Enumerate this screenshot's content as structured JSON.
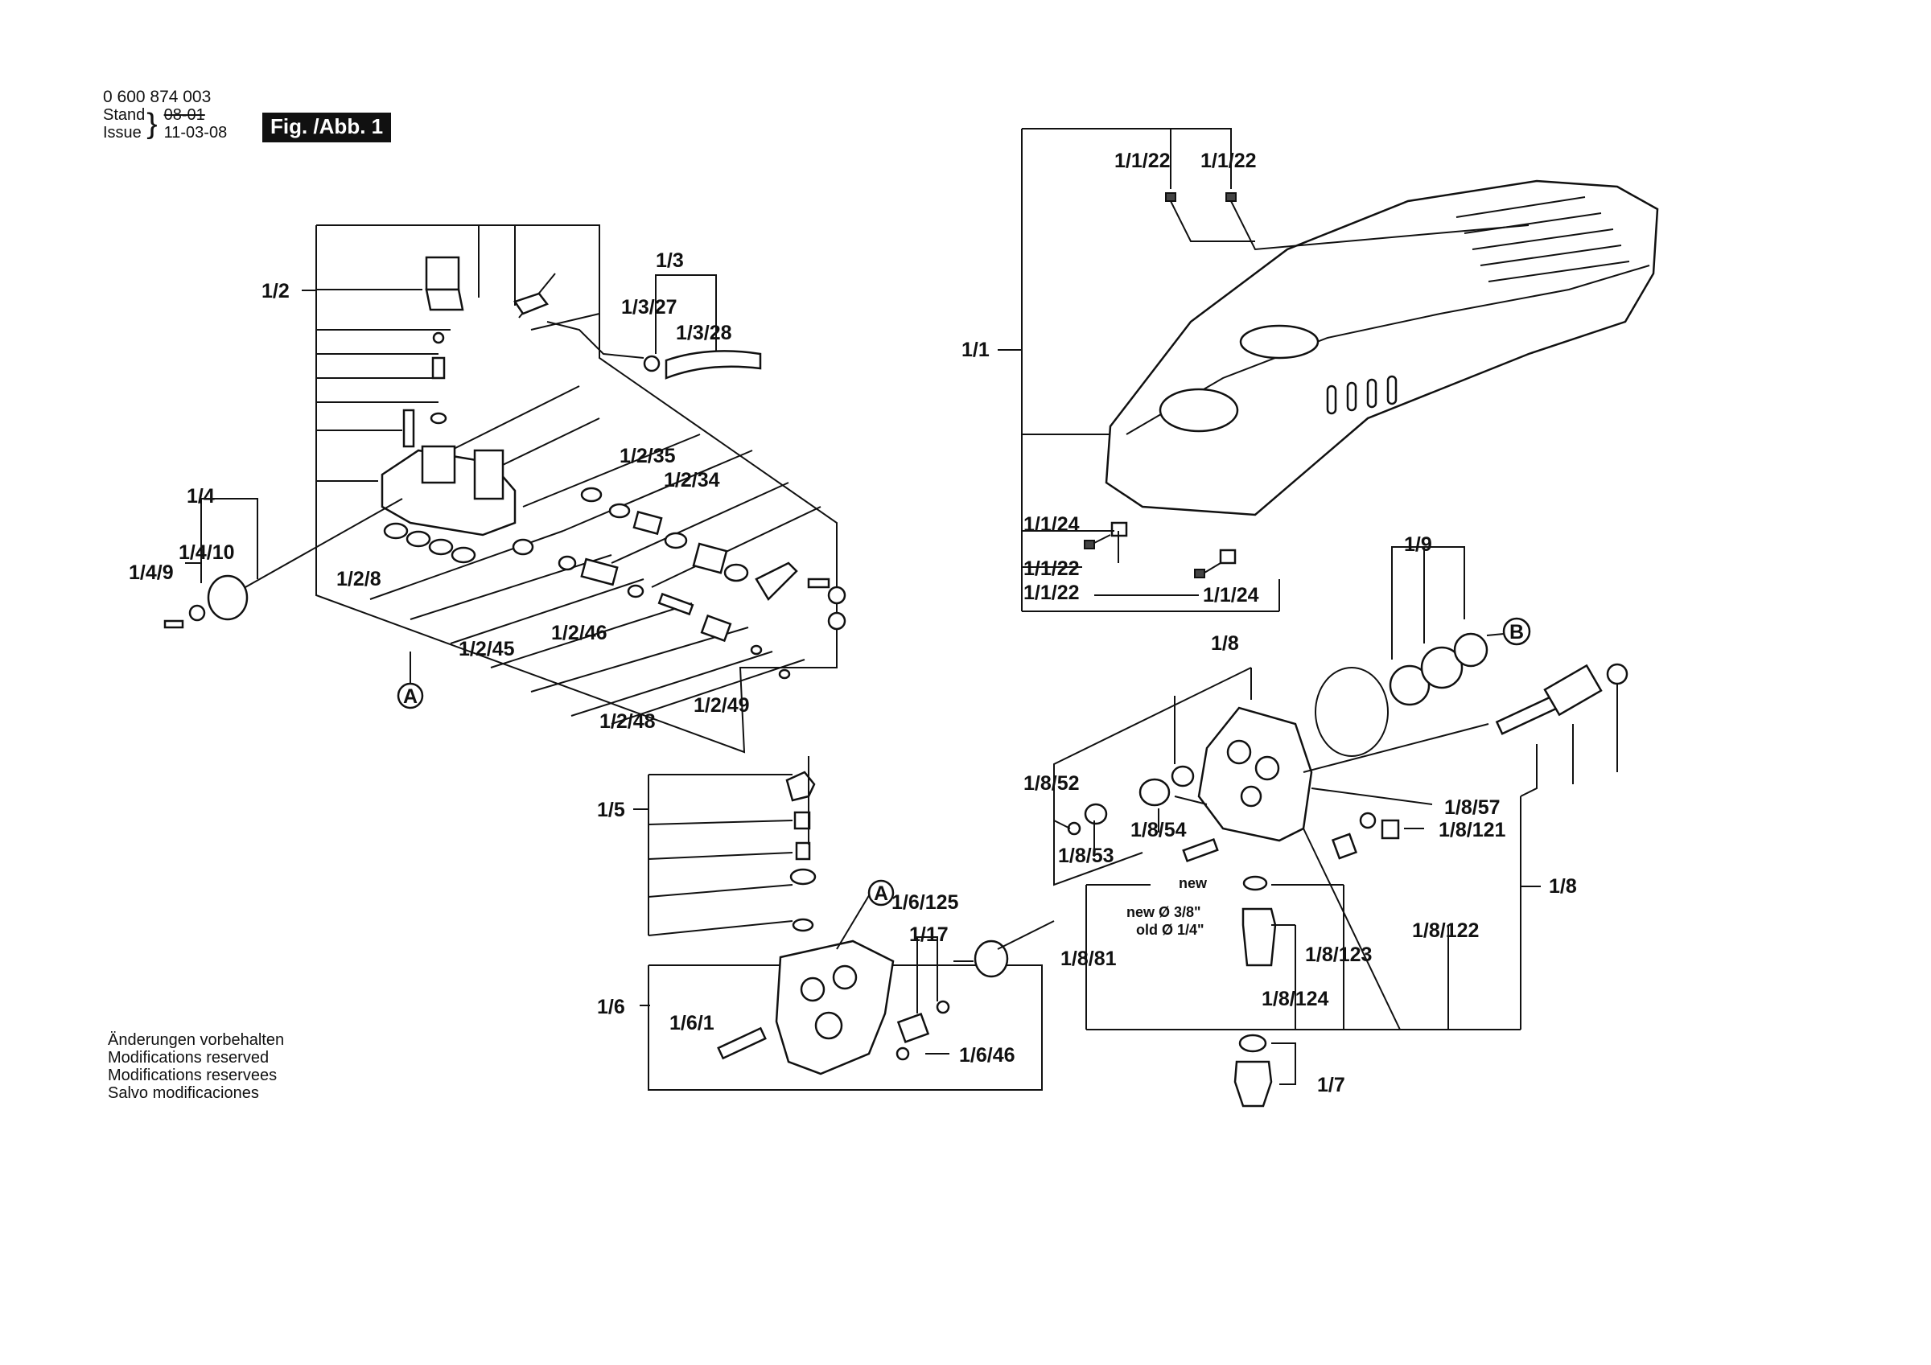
{
  "header": {
    "part_number": "0 600 874 003",
    "stand": "Stand",
    "issue": "Issue",
    "old_date": "08-01",
    "new_date": "11-03-08",
    "figure": "Fig. /Abb. 1"
  },
  "notes": [
    "Änderungen vorbehalten",
    "Modifications reserved",
    "Modifications reservees",
    "Salvo modificaciones"
  ],
  "labels": {
    "p1_2": "1/2",
    "p1_3": "1/3",
    "p1_3_27": "1/3/27",
    "p1_3_28": "1/3/28",
    "p1_4": "1/4",
    "p1_4_10": "1/4/10",
    "p1_4_9": "1/4/9",
    "p1_2_8": "1/2/8",
    "p1_2_35": "1/2/35",
    "p1_2_34": "1/2/34",
    "p1_2_45": "1/2/45",
    "p1_2_46": "1/2/46",
    "p1_2_48": "1/2/48",
    "p1_2_49": "1/2/49",
    "callout_a": "A",
    "callout_a2": "A",
    "callout_b": "B",
    "p1_1": "1/1",
    "p1_1_22a": "1/1/22",
    "p1_1_22b": "1/1/22",
    "p1_1_24a": "1/1/24",
    "p1_1_22c": "1/1/22",
    "p1_1_22d": "1/1/22",
    "p1_1_24b": "1/1/24",
    "p1_9": "1/9",
    "p1_8": "1/8",
    "p1_8b": "1/8",
    "p1_8_52": "1/8/52",
    "p1_8_53": "1/8/53",
    "p1_8_54": "1/8/54",
    "p1_8_57": "1/8/57",
    "p1_8_121": "1/8/121",
    "p1_8_122": "1/8/122",
    "p1_8_123": "1/8/123",
    "p1_8_124": "1/8/124",
    "p1_8_81": "1/8/81",
    "p1_5": "1/5",
    "p1_6": "1/6",
    "p1_6_1": "1/6/1",
    "p1_6_46": "1/6/46",
    "p1_6_125": "1/6/125",
    "p1_17": "1/17",
    "p1_7": "1/7",
    "new": "new",
    "new_dia": "new Ø 3/8\"",
    "old_dia": "old Ø 1/4\""
  }
}
